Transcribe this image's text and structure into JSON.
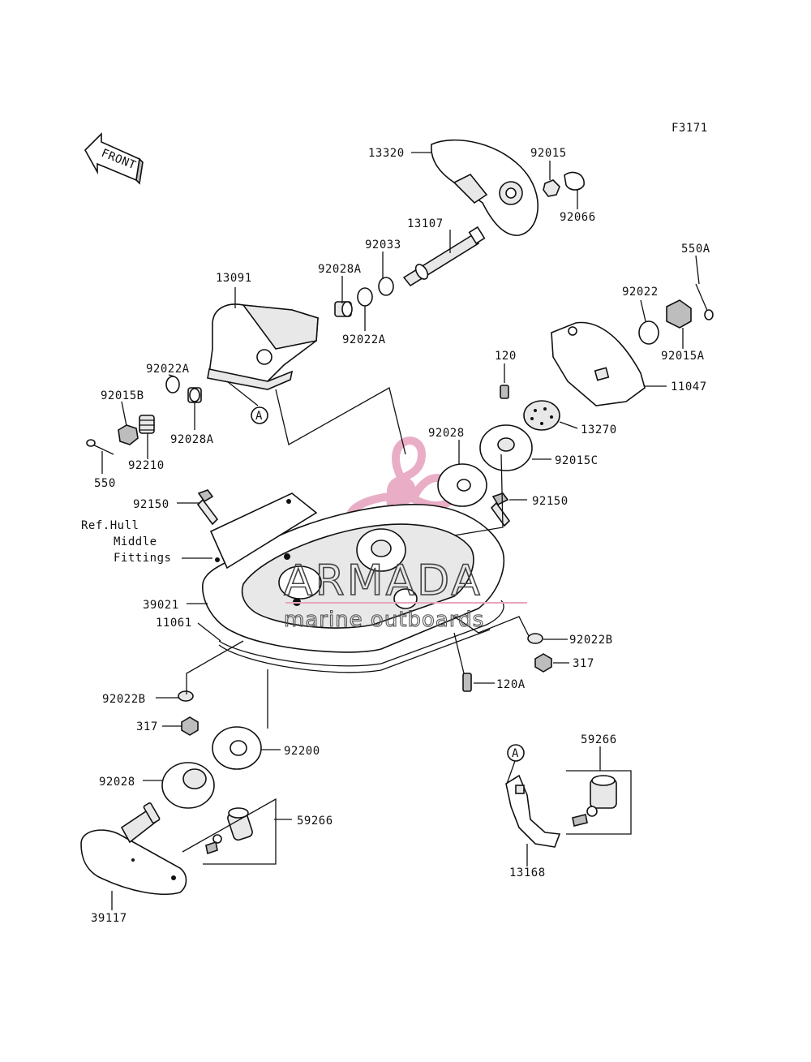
{
  "figure_code": "F3171",
  "front_label": "FRONT",
  "callout_letter": "A",
  "part_numbers": {
    "p13320": "13320",
    "p92015": "92015",
    "p92066": "92066",
    "p13107": "13107",
    "p92033": "92033",
    "p92028A_top": "92028A",
    "p13091": "13091",
    "p92022A_top": "92022A",
    "p550A": "550A",
    "p92022": "92022",
    "p92015A": "92015A",
    "p11047": "11047",
    "p120": "120",
    "p13270": "13270",
    "p92022A_left": "92022A",
    "p92015B": "92015B",
    "p92028A_left": "92028A",
    "p92210": "92210",
    "p550": "550",
    "p92028_right": "92028",
    "p92015C": "92015C",
    "p92150_left": "92150",
    "p92150_right": "92150",
    "p39021": "39021",
    "p11061": "11061",
    "p92022B_right": "92022B",
    "p317_right": "317",
    "p120A": "120A",
    "p92022B_left": "92022B",
    "p317_left": "317",
    "p92200": "92200",
    "p92028_left": "92028",
    "p59266_left": "59266",
    "p59266_right": "59266",
    "p13168": "13168",
    "p39117": "39117"
  },
  "ref_note": {
    "line1": "Ref.Hull",
    "line2": "Middle",
    "line3": "Fittings"
  },
  "watermark": {
    "brand": "ARMADA",
    "tagline": "marine outboards",
    "logo_color": "#e7a6bf"
  }
}
